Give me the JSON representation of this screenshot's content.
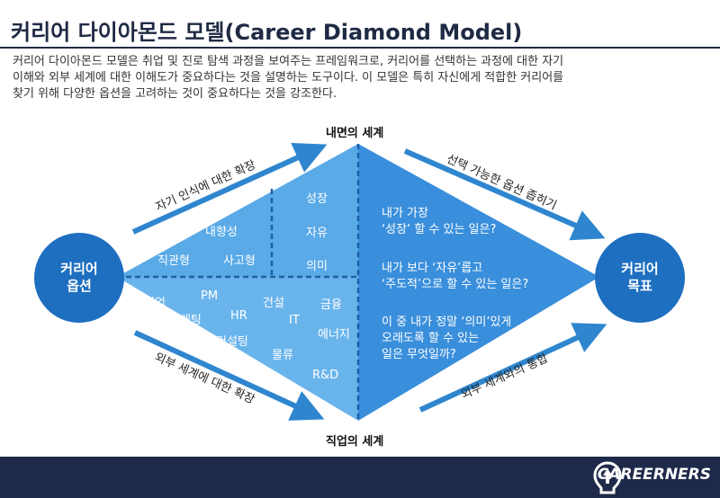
{
  "title": "커리어 다이아몬드 모델(Career Diamond Model)",
  "description": [
    "커리어 다이아몬드 모델은 취업 및 진로 탐색 과정을 보여주는 프레임워크로, 커리어를 선택하는 과정에 대한 자기",
    "이해와 외부 세계에 대한 이해도가 중요하다는 것을 설명하는 도구이다. 이 모델은 특히 자신에게 적합한 커리어를",
    "찾기 위해 다양한 옵션을 고려하는 것이 중요하다는 것을 강조한다."
  ],
  "top_label": "내면의 세계",
  "bottom_label": "직업의 세계",
  "left_circle": [
    "커리어",
    "옵션"
  ],
  "right_circle": [
    "커리어",
    "목표"
  ],
  "arrows": {
    "top_left": "자기 인식에 대한 확장",
    "top_right": "선택 가능한 옵션 좁히기",
    "bottom_left": "외부 세계에 대한 확장",
    "bottom_right": "외부 세계와의 통합"
  },
  "inner_traits": {
    "type_items": [
      "내향성",
      "직관형",
      "사고형"
    ],
    "value_items": [
      "성장",
      "자유",
      "의미"
    ]
  },
  "occupations": [
    "영업",
    "PM",
    "건설",
    "금융",
    "마케팅",
    "HR",
    "IT",
    "에너지",
    "컨설팅",
    "물류",
    "R&D"
  ],
  "questions": [
    [
      "내가 가장",
      "‘성장’ 할 수 있는 일은?"
    ],
    [
      "내가 보다 ‘자유’롭고",
      "‘주도적’으로 할 수 있는 일은?"
    ],
    [
      "이 중 내가 정말 ‘의미’있게",
      "오래도록 할 수 있는",
      "일은 무엇일까?"
    ]
  ],
  "brand": "CAREERNERS",
  "colors": {
    "navy": "#1f2a4a",
    "diamond_light": "#6ab4ec",
    "diamond_upper": "#4ea3e4",
    "diamond_right": "#3a8fdc",
    "circle": "#1e6fc0",
    "arrow": "#2f86cf",
    "divider": "#1f5fa8"
  }
}
